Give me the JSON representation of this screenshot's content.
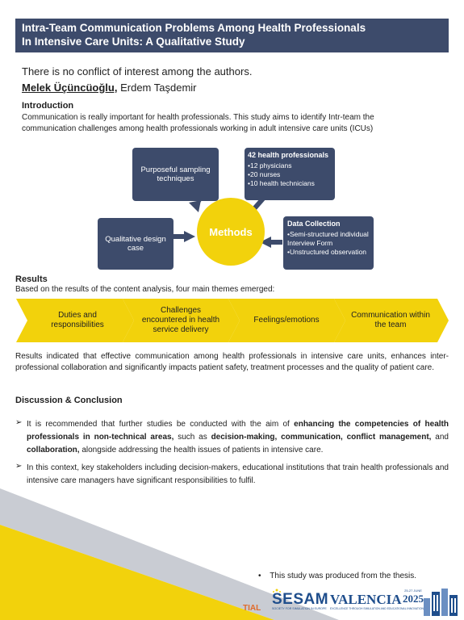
{
  "header": {
    "title_line1": "Intra-Team Communication Problems Among Health Professionals",
    "title_line2": "In Intensive Care Units: A Qualitative Study"
  },
  "conflict_statement": "There is no conflict of interest among the authors.",
  "authors": {
    "presenting": "Melek Üçüncüoğlu,",
    "other": "Erdem Taşdemir"
  },
  "introduction": {
    "heading": "Introduction",
    "text": "Communication is really important for health professionals. This study aims to identify Intr-team the communication challenges among health professionals working in adult intensive care units (ICUs)"
  },
  "methods_diagram": {
    "center": "Methods",
    "sampling": "Purposeful sampling techniques",
    "design": "Qualitative design case",
    "participants": {
      "heading": "42 health professionals",
      "items": [
        "•12 physicians",
        "•20 nurses",
        "•10 health technicians"
      ]
    },
    "data_collection": {
      "heading": "Data Collection",
      "items": [
        "•Semi-structured individual Interview Form",
        "•Unstructured observation"
      ]
    }
  },
  "results": {
    "heading": "Results",
    "intro": "Based on the results of the content analysis, four main themes emerged:",
    "themes": [
      "Duties and responsibilities",
      "Challenges encountered in health service delivery",
      "Feelings/emotions",
      "Communication within the team"
    ],
    "summary": "Results indicated that effective communication among health professionals in intensive care units, enhances inter-professional collaboration and significantly impacts patient safety, treatment processes and the quality of patient care."
  },
  "discussion": {
    "heading": "Discussion & Conclusion",
    "bullet1": {
      "t1": "It is recommended that further studies be conducted with the aim of ",
      "b1": "enhancing the competencies of health professionals in non-technical areas,",
      "t2": " such as ",
      "b2": "decision-making, communication, conflict management,",
      "t3": " and ",
      "b3": "collaboration,",
      "t4": " alongside addressing the health issues of patients in intensive care."
    },
    "bullet2": "In this context, key stakeholders including decision-makers, educational institutions that train health professionals and intensive care managers have significant responsibilities to fulfil."
  },
  "footnote": "This study was produced from the thesis.",
  "footer": {
    "partial_text": "TIAL",
    "sesam": "SESAM",
    "sesam_sub": "SOCIETY FOR SIMULATION IN EUROPE",
    "valencia": "VALENCIA",
    "dates": "25-27 JUNE",
    "year": "2025",
    "tagline": "EXCELLENCE THROUGH SIMULATION AND EDUCATIONAL INNOVATIONS"
  },
  "colors": {
    "navy": "#3d4b6b",
    "yellow": "#f2d20c",
    "footer_blue": "#1f4e8c"
  }
}
